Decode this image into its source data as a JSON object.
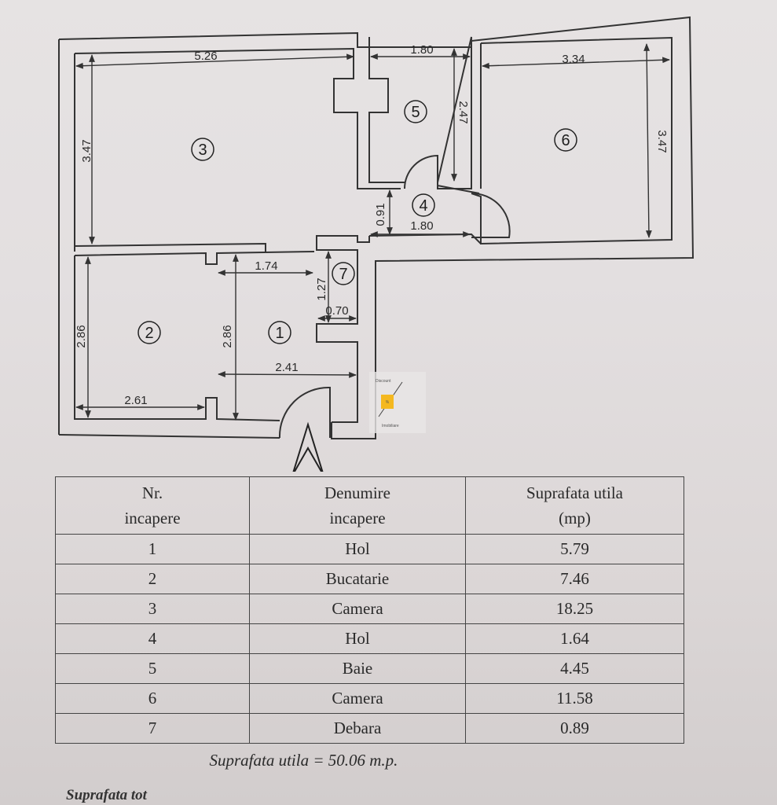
{
  "plan": {
    "rooms": [
      {
        "number": "1"
      },
      {
        "number": "2"
      },
      {
        "number": "3"
      },
      {
        "number": "4"
      },
      {
        "number": "5"
      },
      {
        "number": "6"
      },
      {
        "number": "7"
      }
    ],
    "dimensions": {
      "room3_width": "5.26",
      "room3_height": "3.47",
      "room5_width": "1.80",
      "room5_height": "2.47",
      "room6_width": "3.34",
      "room6_height": "3.47",
      "room4_height": "0.91",
      "room4_width": "1.80",
      "room1_top_width": "1.74",
      "room7_height": "1.27",
      "room7_width": "0.70",
      "room2_height": "2.86",
      "room1_height": "2.86",
      "room1_width": "2.41",
      "room2_width": "2.61"
    },
    "stamp": {
      "top": "Discount",
      "badge": "%",
      "bottom": "Imobiliare"
    }
  },
  "table": {
    "headers": {
      "nr_line1": "Nr.",
      "nr_line2": "incapere",
      "name_line1": "Denumire",
      "name_line2": "incapere",
      "area_line1": "Suprafata utila",
      "area_line2": "(mp)"
    },
    "rows": [
      {
        "nr": "1",
        "name": "Hol",
        "area": "5.79"
      },
      {
        "nr": "2",
        "name": "Bucatarie",
        "area": "7.46"
      },
      {
        "nr": "3",
        "name": "Camera",
        "area": "18.25"
      },
      {
        "nr": "4",
        "name": "Hol",
        "area": "1.64"
      },
      {
        "nr": "5",
        "name": "Baie",
        "area": "4.45"
      },
      {
        "nr": "6",
        "name": "Camera",
        "area": "11.58"
      },
      {
        "nr": "7",
        "name": "Debara",
        "area": "0.89"
      }
    ],
    "total": "Suprafata utila = 50.06  m.p.",
    "footer_partial": "Suprafata tot"
  }
}
